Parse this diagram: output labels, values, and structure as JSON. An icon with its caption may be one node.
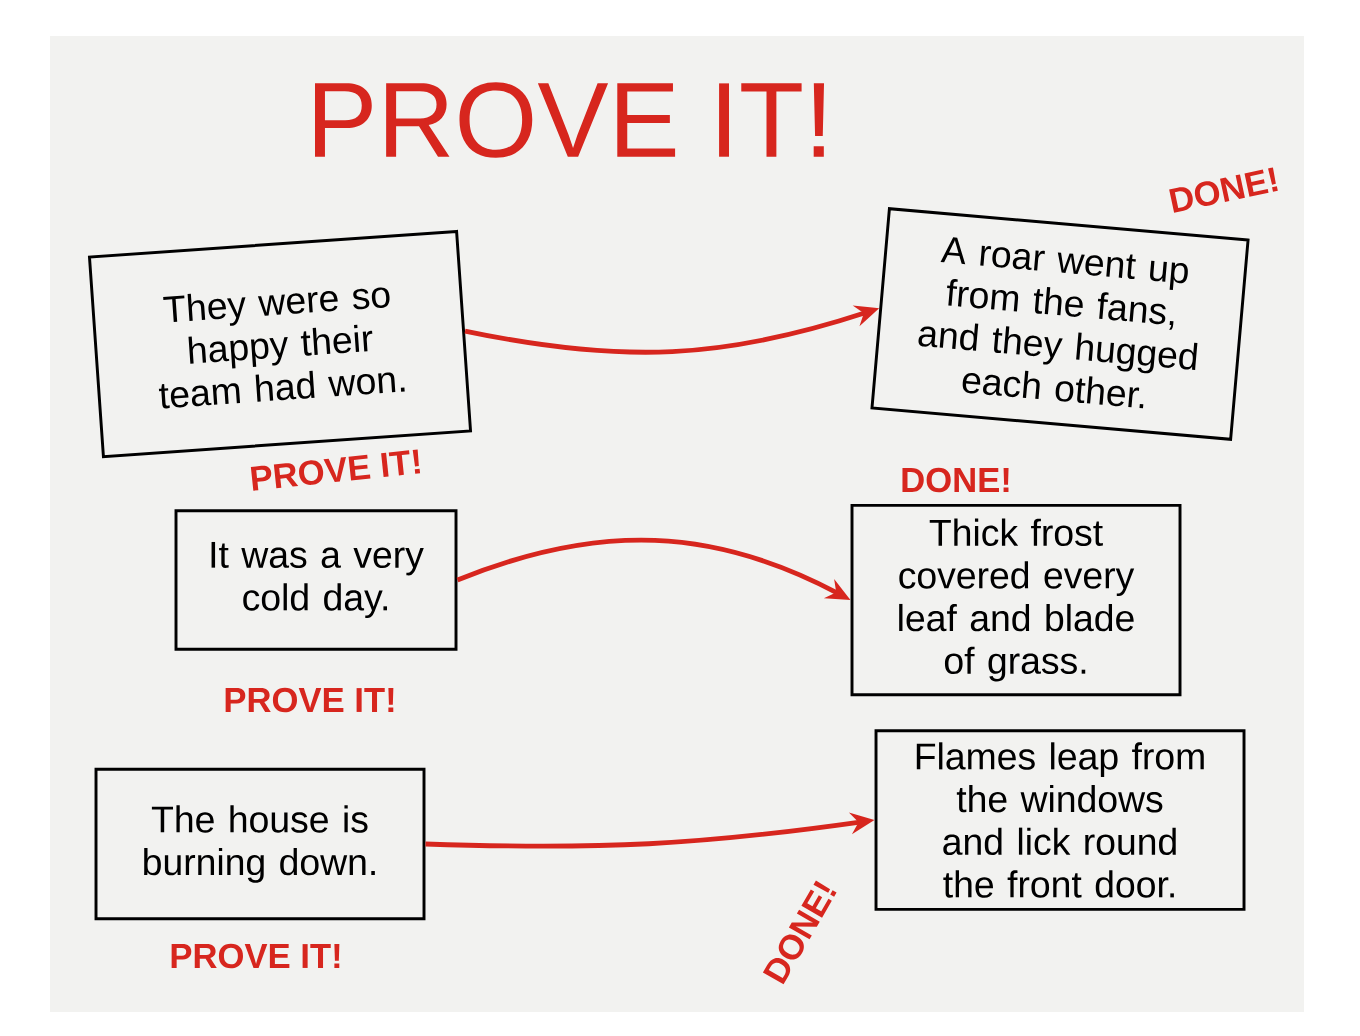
{
  "diagram": {
    "title": "PROVE IT!",
    "nodes": [
      {
        "text": [
          "They were so happy their team had won."
        ],
        "beside": [
          "PROVE IT!"
        ]
      },
      {
        "text": [
          "A roar went up from the fans, and they hugged each other."
        ],
        "beside": [
          "DONE!"
        ]
      },
      {
        "text": [
          "It was a very cold day."
        ],
        "beside": [
          "PROVE IT!"
        ]
      },
      {
        "text": [
          "Thick frost covered every leaf and blade of grass."
        ],
        "beside": [
          "DONE!"
        ]
      },
      {
        "text": [
          "The house is burning down."
        ],
        "beside": [
          "PROVE IT!"
        ]
      },
      {
        "text": [
          "Flames leap from the windows and lick round the front door."
        ],
        "beside": [
          "DONE!"
        ]
      }
    ],
    "edges": [
      {
        "from": 0,
        "to": 1,
        "arrow": "to"
      },
      {
        "from": 2,
        "to": 3,
        "arrow": "to"
      },
      {
        "from": 4,
        "to": 5,
        "arrow": "to"
      }
    ]
  }
}
